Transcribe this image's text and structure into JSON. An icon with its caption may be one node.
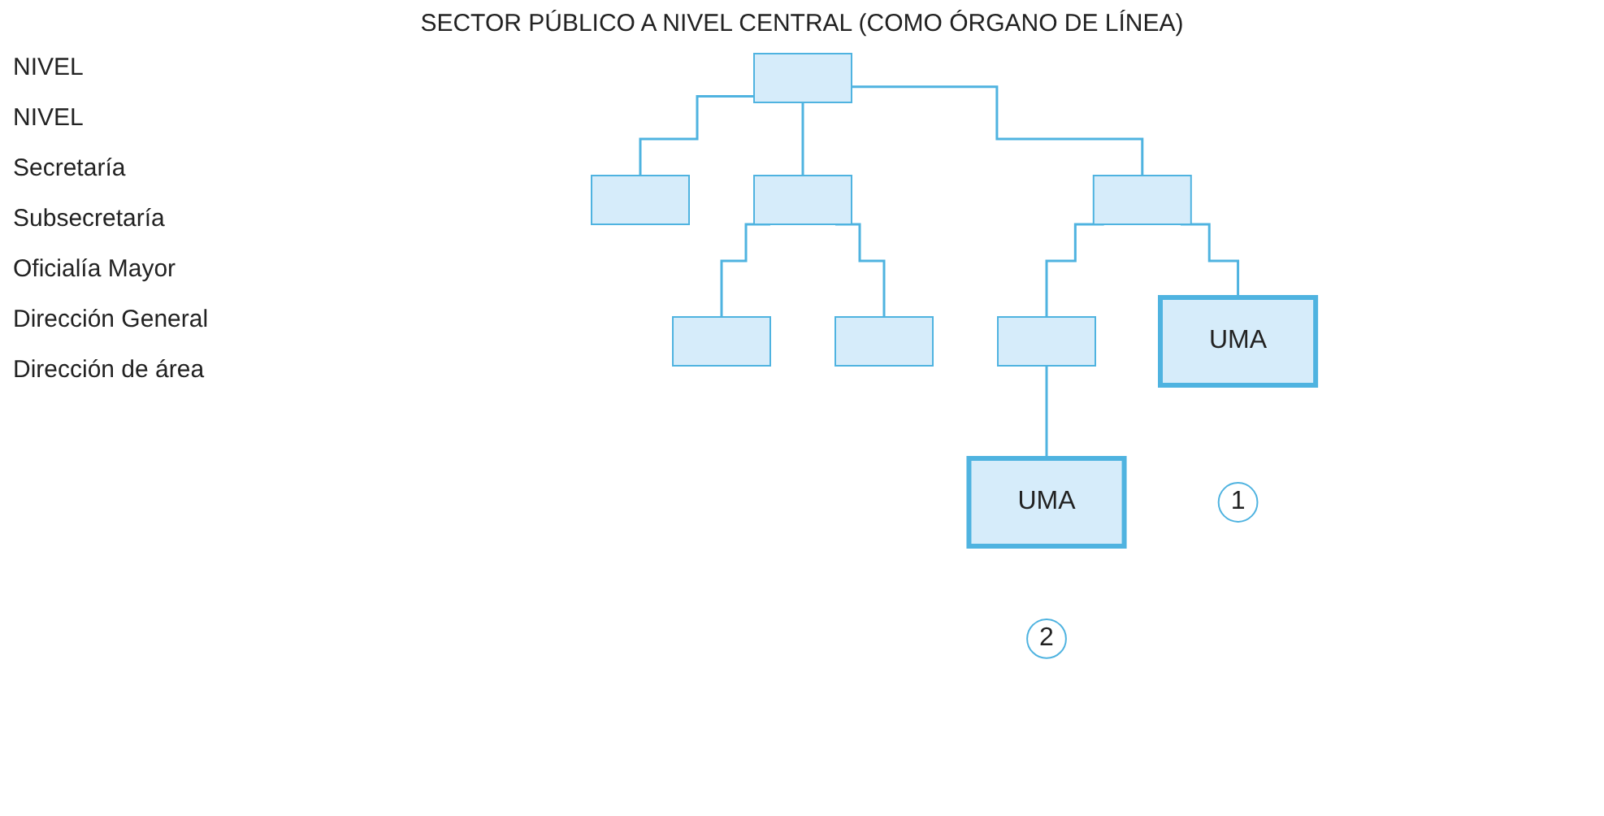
{
  "diagram": {
    "title": "SECTOR PÚBLICO A NIVEL CENTRAL (COMO ÓRGANO DE LÍNEA)",
    "nodes": [
      {
        "text": [],
        "shape": "box"
      },
      {
        "text": [],
        "shape": "box"
      },
      {
        "text": [],
        "shape": "box"
      },
      {
        "text": [],
        "shape": "box"
      },
      {
        "text": [],
        "shape": "box"
      },
      {
        "text": [],
        "shape": "box"
      },
      {
        "text": [],
        "shape": "box"
      },
      {
        "text": [
          "UMA"
        ]
      },
      {
        "text": [
          "UMA"
        ]
      },
      {
        "text": [
          "1"
        ]
      },
      {
        "text": [
          "2"
        ]
      }
    ],
    "edges": [
      {
        "from": 0,
        "to": 1,
        "arrow": "none"
      },
      {
        "from": 0,
        "to": 2,
        "arrow": "none"
      },
      {
        "from": 0,
        "to": 3,
        "arrow": "none"
      },
      {
        "from": 2,
        "to": 4,
        "arrow": "none"
      },
      {
        "from": 2,
        "to": 5,
        "arrow": "none"
      },
      {
        "from": 3,
        "to": 6,
        "arrow": "none"
      },
      {
        "from": 3,
        "to": 7,
        "arrow": "none"
      },
      {
        "from": 6,
        "to": 8,
        "arrow": "none"
      }
    ],
    "labels": [
      "NIVEL",
      "NIVEL",
      "Secretaría",
      "Subsecretaría",
      "Oficialía Mayor",
      "Dirección General",
      "Dirección de área"
    ]
  }
}
